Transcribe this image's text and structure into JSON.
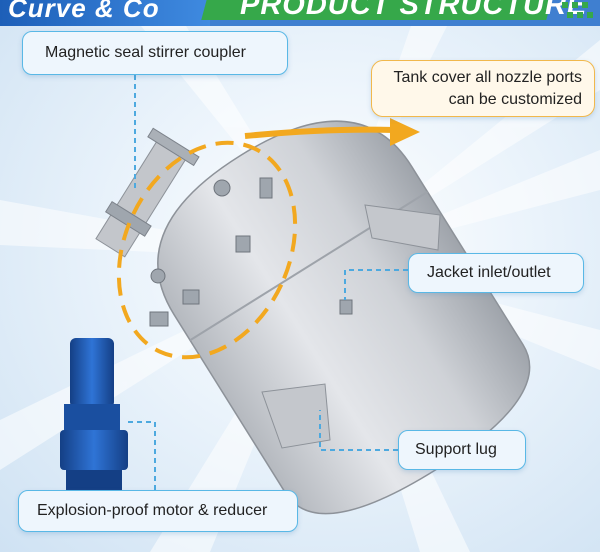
{
  "header": {
    "logo_text": "Curve & Co",
    "title": "PRODUCT STRUCTURE"
  },
  "labels": {
    "coupler": "Magnetic seal stirrer coupler",
    "cover_line1": "Tank cover all nozzle ports",
    "cover_line2": "can be customized",
    "jacket": "Jacket inlet/outlet",
    "lug": "Support lug",
    "motor": "Explosion-proof motor & reducer"
  },
  "colors": {
    "header_blue": "#3f7fd0",
    "header_green": "#36a84a",
    "callout_border": "#59b8e6",
    "highlight_orange": "#f2a81f",
    "tank_gray": "#c9ccd1",
    "motor_blue": "#1e5db8"
  }
}
